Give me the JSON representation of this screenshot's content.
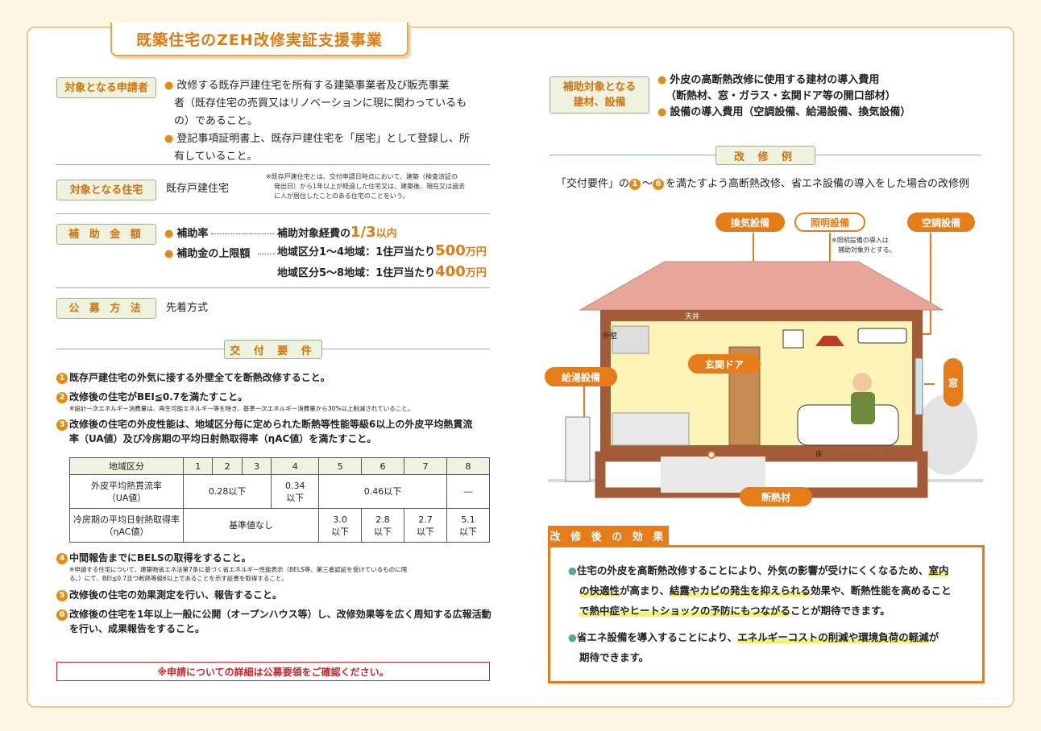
{
  "title": "既築住宅のZEH改修実証支援事業",
  "applicant": {
    "label": "対象となる申請者",
    "b1_l1": "改修する既存戸建住宅を所有する建築事業者及び販売事業",
    "b1_l2": "者（既存住宅の売買又はリノベーションに現に関わっているも",
    "b1_l3": "の）であること。",
    "b2_l1": "登記事項証明書上、既存戸建住宅を「居宅」として登録し、所",
    "b2_l2": "有していること。"
  },
  "housing": {
    "label": "対象となる住宅",
    "value": "既存戸建住宅",
    "note_l1": "※既存戸建住宅とは、交付申請日時点において、建築（検査済証の",
    "note_l2": "発出日）から1年以上が経過した住宅又は、建築後、現在又は過去",
    "note_l3": "に人が居住したことのある住宅のことをいう。"
  },
  "subsidy": {
    "label": "補 助 金 額",
    "rate_label": "補助率",
    "rate_value_pre": "補助対象経費の",
    "rate_value_big": "1/3",
    "rate_value_post": "以内",
    "cap_label": "補助金の上限額",
    "cap1_pre": "地域区分1～4地域：1住戸当たり",
    "cap1_big": "500",
    "cap1_unit": "万円",
    "cap2_pre": "地域区分5～8地域：1住戸当たり",
    "cap2_big": "400",
    "cap2_unit": "万円"
  },
  "method": {
    "label": "公 募 方 法",
    "value": "先着方式"
  },
  "requirements": {
    "section": "交 付 要 件",
    "r1": "既存戸建住宅の外気に接する外壁全てを断熱改修すること。",
    "r2": "改修後の住宅がBEI≦0.7を満たすこと。",
    "r2_note": "※設計一次エネルギー消費量は、再生可能エネルギー等を除き、基準一次エネルギー消費量から30%以上削減されていること。",
    "r3_l1": "改修後の住宅の外皮性能は、地域区分毎に定められた断熱等性能等級6以上の外皮平均熱貫流",
    "r3_l2": "率（UA値）及び冷房期の平均日射熱取得率（ηAC値）を満たすこと。",
    "r4": "中間報告までにBELSの取得をすること。",
    "r4_note_l1": "※申請する住宅について、建築物省エネ法第7条に基づく省エネルギー性能表示（BELS等、第三者認証を受けているものに限",
    "r4_note_l2": "る。）にて、BEI≦0.7且つ断熱等級6以上であることを示す証書を取得すること。",
    "r5": "改修後の住宅の効果測定を行い、報告すること。",
    "r6_l1": "改修後の住宅を1年以上一般に公開（オープンハウス等）し、改修効果等を広く周知する広報活動",
    "r6_l2": "を行い、成果報告をすること。"
  },
  "table": {
    "header": [
      "地域区分",
      "1",
      "2",
      "3",
      "4",
      "5",
      "6",
      "7",
      "8"
    ],
    "row1_label_l1": "外皮平均熱貫流率",
    "row1_label_l2": "（UA値）",
    "row1_a": "0.28以下",
    "row1_b_l1": "0.34",
    "row1_b_l2": "以下",
    "row1_c": "0.46以下",
    "row1_d": "―",
    "row2_label_l1": "冷房期の平均日射熱取得率",
    "row2_label_l2": "（ηAC値）",
    "row2_a": "基準値なし",
    "row2_v": [
      [
        "3.0",
        "以下"
      ],
      [
        "2.8",
        "以下"
      ],
      [
        "2.7",
        "以下"
      ],
      [
        "5.1",
        "以下"
      ]
    ]
  },
  "notice": "※申請についての詳細は公募要領をご確認ください。",
  "materials": {
    "label_l1": "補助対象となる",
    "label_l2": "建材、設備",
    "b1_l1": "外皮の高断熱改修に使用する建材の導入費用",
    "b1_l2": "（断熱材、窓・ガラス・玄関ドア等の開口部材）",
    "b2": "設備の導入費用（空調設備、給湯設備、換気設備）"
  },
  "example": {
    "section": "改 修 例",
    "caption_pre": "「交付要件」の",
    "caption_mid": "～",
    "caption_post": "を満たすよう高断熱改修、省エネ設備の導入をした場合の改修例",
    "tags": {
      "ventilation": "換気設備",
      "lighting": "照明設備",
      "aircon": "空調設備",
      "water_heater": "給湯設備",
      "door": "玄関ドア",
      "window": "窓",
      "insulation": "断熱材",
      "ceiling": "天井",
      "wall": "外壁",
      "floor": "床"
    },
    "lighting_note_l1": "※照明設備の導入は",
    "lighting_note_l2": "補助対象外とする。"
  },
  "effects": {
    "section": "改 修 後 の 効 果",
    "p1_l1_pre": "住宅の外皮を高断熱改修することにより、外気の影響が受けにくくなるため、",
    "p1_l1_hl": "室内",
    "p1_l2_hl1": "の快適性",
    "p1_l2_mid": "が高まり、",
    "p1_l2_hl2": "結露やカビの発生を抑えられる",
    "p1_l2_post": "効果や、断熱性能を高めること",
    "p1_l3_hl": "で熱中症やヒートショックの予防にもつながる",
    "p1_l3_post": "ことが期待できます。",
    "p2_l1_pre": "省エネ設備を導入することにより、",
    "p2_l1_hl": "エネルギーコストの削減や環境負荷の軽減",
    "p2_l1_post": "が",
    "p2_l2": "期待できます。"
  },
  "colors": {
    "accent": "#e57c17",
    "label_bg": "#eef2df",
    "teal": "#5ba69a"
  }
}
